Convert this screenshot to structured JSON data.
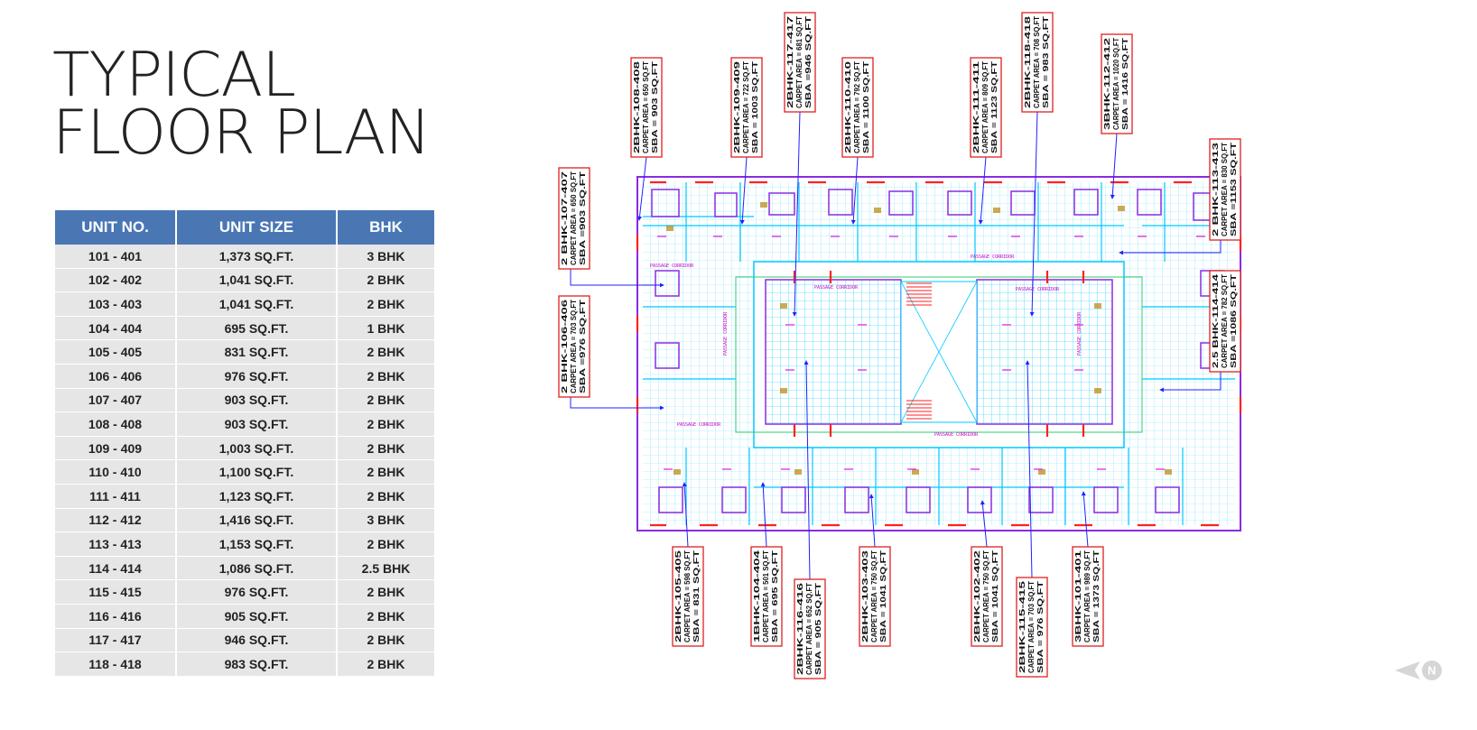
{
  "title": {
    "line1": "TYPICAL",
    "line2": "FLOOR PLAN"
  },
  "table": {
    "headers": [
      "UNIT NO.",
      "UNIT SIZE",
      "BHK"
    ],
    "rows": [
      [
        "101 - 401",
        "1,373 SQ.FT.",
        "3 BHK"
      ],
      [
        "102 - 402",
        "1,041 SQ.FT.",
        "2 BHK"
      ],
      [
        "103 - 403",
        "1,041 SQ.FT.",
        "2 BHK"
      ],
      [
        "104 - 404",
        "695 SQ.FT.",
        "1 BHK"
      ],
      [
        "105 - 405",
        "831 SQ.FT.",
        "2 BHK"
      ],
      [
        "106 - 406",
        "976 SQ.FT.",
        "2 BHK"
      ],
      [
        "107 - 407",
        "903 SQ.FT.",
        "2 BHK"
      ],
      [
        "108 - 408",
        "903 SQ.FT.",
        "2 BHK"
      ],
      [
        "109 - 409",
        "1,003 SQ.FT.",
        "2 BHK"
      ],
      [
        "110 - 410",
        "1,100 SQ.FT.",
        "2 BHK"
      ],
      [
        "111 - 411",
        "1,123 SQ.FT.",
        "2 BHK"
      ],
      [
        "112 - 412",
        "1,416 SQ.FT.",
        "3 BHK"
      ],
      [
        "113 - 413",
        "1,153 SQ.FT.",
        "2 BHK"
      ],
      [
        "114 - 414",
        "1,086 SQ.FT.",
        "2.5 BHK"
      ],
      [
        "115 - 415",
        "976 SQ.FT.",
        "2 BHK"
      ],
      [
        "116 - 416",
        "905 SQ.FT.",
        "2 BHK"
      ],
      [
        "117 - 417",
        "946 SQ.FT.",
        "2 BHK"
      ],
      [
        "118 - 418",
        "983 SQ.FT.",
        "2 BHK"
      ]
    ]
  },
  "callouts": {
    "top": [
      {
        "lines": [
          "2BHK-108-408",
          "CARPET AREA = 650 SQ.FT",
          "SBA = 903 SQ.FT"
        ]
      },
      {
        "lines": [
          "2BHK-109-409",
          "CARPET AREA = 722 SQ.FT",
          "SBA = 1003 SQ.FT"
        ]
      },
      {
        "lines": [
          "2BHK-117-417",
          "CARPET AREA = 681 SQ.FT",
          "SBA =946 SQ.FT"
        ]
      },
      {
        "lines": [
          "2BHK-110-410",
          "CARPET AREA = 792 SQ.FT",
          "SBA = 1100 SQ.FT"
        ]
      },
      {
        "lines": [
          "2BHK-111-411",
          "CARPET AREA = 809 SQ.FT",
          "SBA = 1123 SQ.FT"
        ]
      },
      {
        "lines": [
          "2BHK-118-418",
          "CARPET AREA = 708 SQ.FT",
          "SBA = 983 SQ.FT"
        ]
      },
      {
        "lines": [
          "3BHK-112-412",
          "CARPET AREA = 1020 SQ.FT",
          "SBA = 1416 SQ.FT"
        ]
      }
    ],
    "left": [
      {
        "lines": [
          "2 BHK-107-407",
          "CARPET AREA = 650 SQ.FT",
          "SBA =903 SQ.FT"
        ]
      },
      {
        "lines": [
          "2 BHK-106-406",
          "CARPET AREA = 703 SQ.FT",
          "SBA =976 SQ.FT"
        ]
      }
    ],
    "right": [
      {
        "lines": [
          "2 BHK-113-413",
          "CARPET AREA = 830 SQ.FT",
          "SBA =1153 SQ.FT"
        ]
      },
      {
        "lines": [
          "2.5 BHK-114-414",
          "CARPET AREA = 782 SQ.FT",
          "SBA =1086 SQ.FT"
        ]
      }
    ],
    "bottom": [
      {
        "lines": [
          "2BHK-105-405",
          "CARPET AREA = 598 SQ.FT",
          "SBA = 831 SQ.FT"
        ]
      },
      {
        "lines": [
          "1BHK-104-404",
          "CARPET AREA = 501 SQ.FT",
          "SBA = 695 SQ.FT"
        ]
      },
      {
        "lines": [
          "2BHK-116-416",
          "CARPET AREA = 652 SQ.FT",
          "SBA = 905 SQ.FT"
        ]
      },
      {
        "lines": [
          "2BHK-103-403",
          "CARPET AREA = 750 SQ.FT",
          "SBA = 1041 SQ.FT"
        ]
      },
      {
        "lines": [
          "2BHK-102-402",
          "CARPET AREA = 750 SQ.FT",
          "SBA = 1041 SQ.FT"
        ]
      },
      {
        "lines": [
          "2BHK-115-415",
          "CARPET AREA = 703 SQ.FT",
          "SBA = 976 SQ.FT"
        ]
      },
      {
        "lines": [
          "3BHK-101-401",
          "CARPET AREA = 989 SQ.FT",
          "SBA = 1373 SQ.FT"
        ]
      }
    ]
  },
  "corridor_labels": [
    "PASSAGE CORRIDOR",
    "PASSAGE CORRIDOR",
    "PASSAGE CORRIDOR",
    "PASSAGE CORRIDOR",
    "PASSAGE CORRIDOR",
    "PASSAGE CORRIDOR",
    "PASSAGE CORRIDOR",
    "PASSAGE CORRIDOR"
  ],
  "north_label": "N",
  "colors": {
    "header_bg": "#4a77b4",
    "row_bg": "#e6e6e6",
    "callout_border": "#e02020",
    "leader": "#2020ff",
    "wall_cyan": "#00c8ff",
    "wall_purple": "#8a2be2",
    "wall_red": "#ff2020",
    "text_magenta": "#c000c0"
  }
}
